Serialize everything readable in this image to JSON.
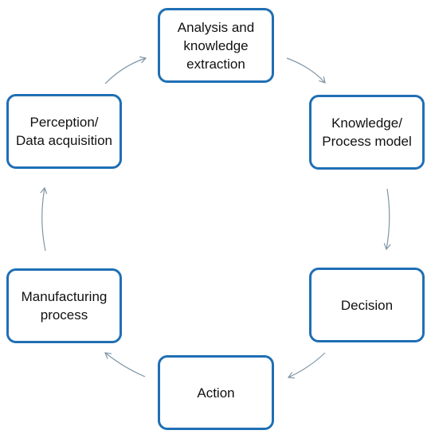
{
  "colors": {
    "box_border": "#1f6fb4",
    "arrow": "#7f96a6",
    "text": "#111111"
  },
  "nodes": {
    "analysis": "Analysis and knowledge extraction",
    "knowledge": "Knowledge/ Process model",
    "decision": "Decision",
    "action": "Action",
    "manufacturing": "Manufacturing process",
    "perception": "Perception/ Data acquisition"
  }
}
